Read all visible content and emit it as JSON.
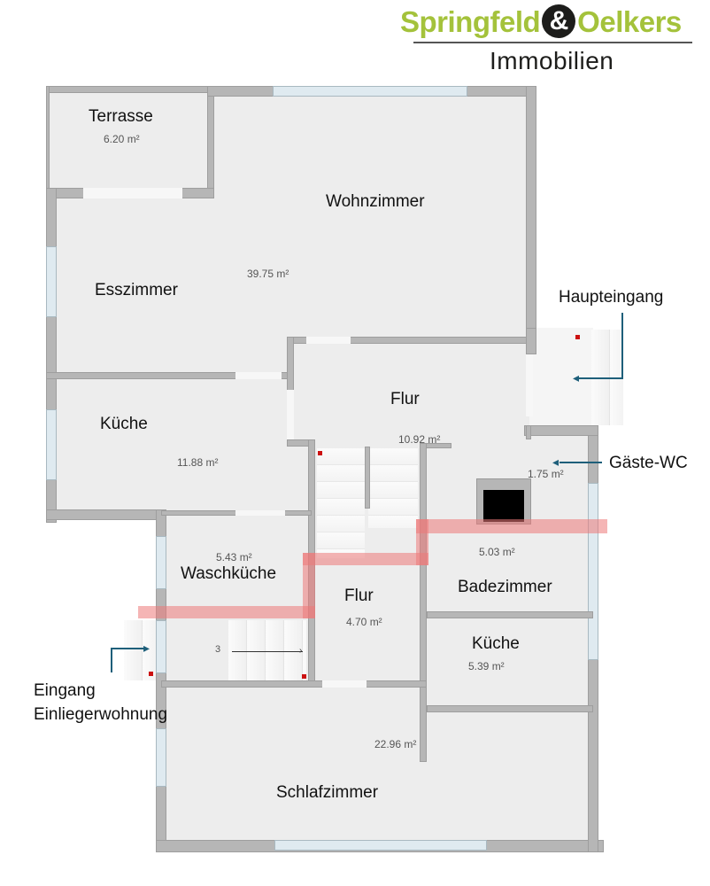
{
  "logo": {
    "left_word": "Springfeld",
    "ampersand": "&",
    "right_word": "Oelkers",
    "subtitle": "Immobilien",
    "brand_color": "#a4c23b",
    "dark_color": "#1d1d1b"
  },
  "rooms": [
    {
      "id": "terrasse",
      "name": "Terrasse",
      "area": "6.20 m²"
    },
    {
      "id": "wohnzimmer",
      "name": "Wohnzimmer",
      "area": "39.75 m²"
    },
    {
      "id": "esszimmer",
      "name": "Esszimmer",
      "area": ""
    },
    {
      "id": "kueche-upper",
      "name": "Küche",
      "area": "11.88 m²"
    },
    {
      "id": "flur-upper",
      "name": "Flur",
      "area": "10.92 m²"
    },
    {
      "id": "gaeste-wc",
      "name": "",
      "area": "1.75 m²"
    },
    {
      "id": "waschkueche",
      "name": "Waschküche",
      "area": "5.43 m²"
    },
    {
      "id": "badezimmer",
      "name": "Badezimmer",
      "area": "5.03 m²"
    },
    {
      "id": "flur-lower",
      "name": "Flur",
      "area": "4.70 m²"
    },
    {
      "id": "kueche-lower",
      "name": "Küche",
      "area": "5.39 m²"
    },
    {
      "id": "schlafzimmer",
      "name": "Schlafzimmer",
      "area": "22.96 m²"
    }
  ],
  "annotations": {
    "haupteingang": "Haupteingang",
    "gaeste_wc": "Gäste-WC",
    "eingang_line1": "Eingang",
    "eingang_line2": "Einliegerwohnung",
    "stair_count": "3"
  },
  "colors": {
    "wall": "#b6b6b6",
    "floor": "#ededed",
    "window": "#dfeaf0",
    "separator_highlight": "#ec7878",
    "arrow": "#1e5f7a",
    "marker": "#cc1111"
  }
}
